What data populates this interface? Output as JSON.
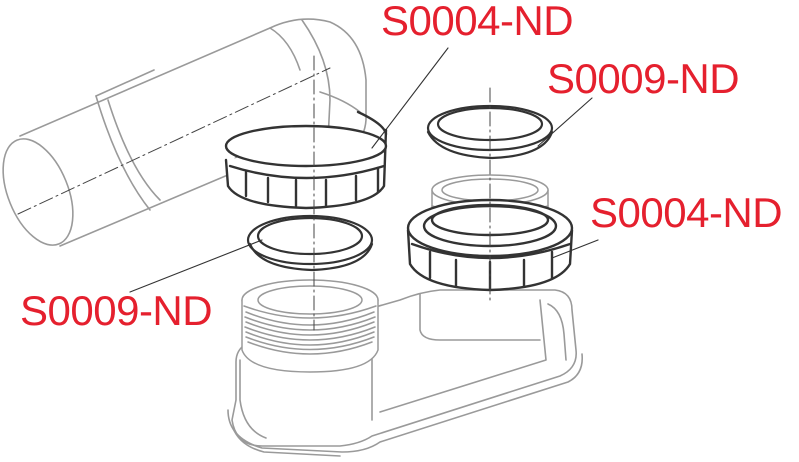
{
  "labels": {
    "nut_elbow": "S0004-ND",
    "washer_outlet": "S0009-ND",
    "nut_outlet": "S0004-ND",
    "washer_base": "S0009-ND"
  },
  "colors": {
    "label": "#e5202e",
    "line_art": "#9a9a9a",
    "part_dark": "#333333"
  }
}
